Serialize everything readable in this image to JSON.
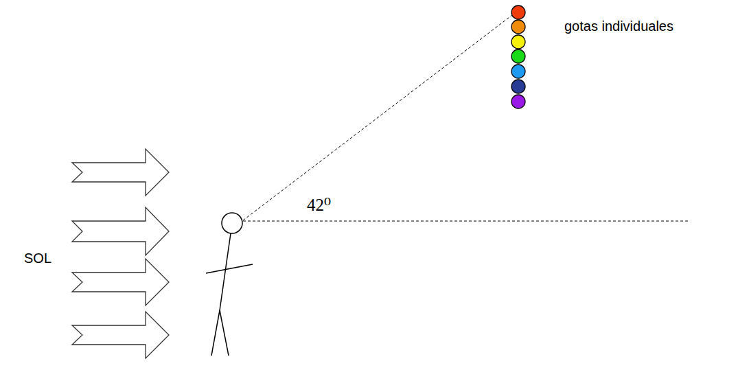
{
  "diagram": {
    "labels": [
      "SOL",
      "42⁰",
      "gotas individuales"
    ]
  }
}
